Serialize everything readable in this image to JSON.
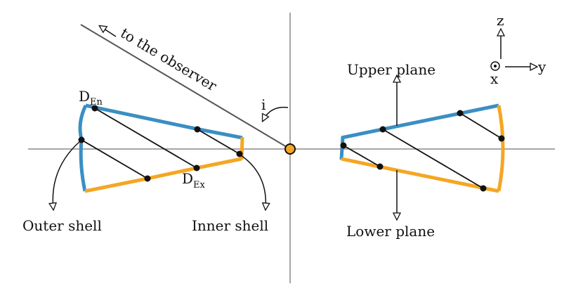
{
  "labels": {
    "to_observer": "to the observer",
    "angle": "i",
    "d_en_main": "D",
    "d_en_sub": "En",
    "d_ex_main": "D",
    "d_ex_sub": "Ex",
    "outer_shell": "Outer shell",
    "inner_shell": "Inner shell",
    "upper_plane": "Upper plane",
    "lower_plane": "Lower plane",
    "axis_z": "z",
    "axis_x": "x",
    "axis_y": "y"
  },
  "colors": {
    "upper_plane": "#3a8fc3",
    "lower_plane": "#f5a623",
    "axes": "#888888",
    "observer_line": "#555555",
    "lines": "#111111",
    "center": "#f5a623"
  }
}
